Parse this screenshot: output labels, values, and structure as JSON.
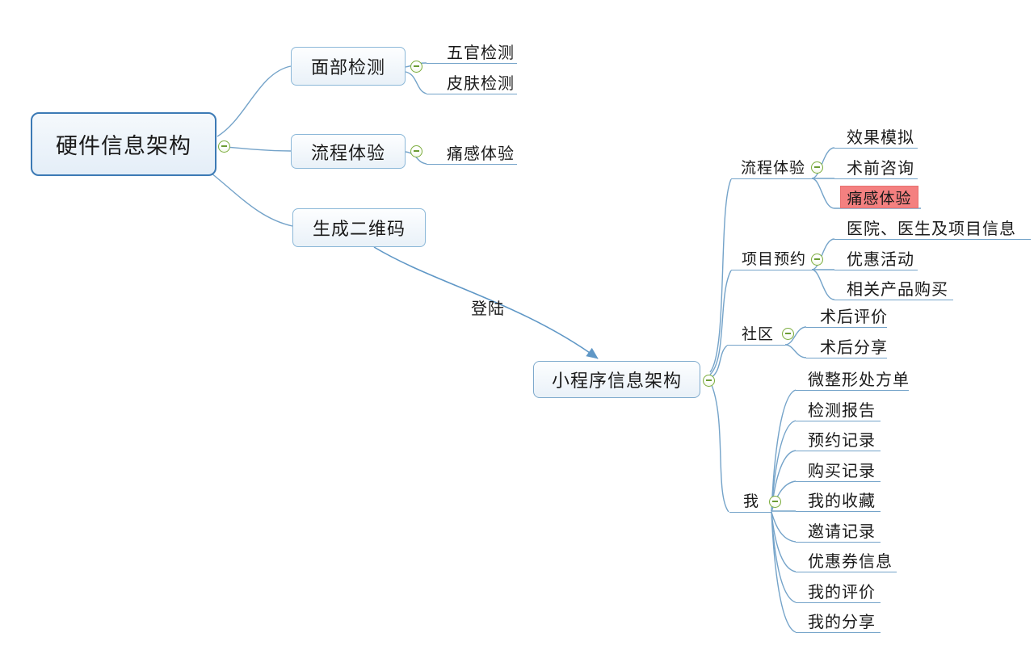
{
  "left_map": {
    "root": "硬件信息架构",
    "branches": [
      {
        "label": "面部检测",
        "children": [
          "五官检测",
          "皮肤检测"
        ]
      },
      {
        "label": "流程体验",
        "children": [
          "痛感体验"
        ]
      },
      {
        "label": "生成二维码",
        "children": []
      }
    ]
  },
  "link": {
    "label": "登陆"
  },
  "right_map": {
    "root": "小程序信息架构",
    "branches": [
      {
        "label": "流程体验",
        "children": [
          "效果模拟",
          "术前咨询",
          "痛感体验"
        ],
        "highlighted_child": "痛感体验"
      },
      {
        "label": "项目预约",
        "children": [
          "医院、医生及项目信息",
          "优惠活动",
          "相关产品购买"
        ]
      },
      {
        "label": "社区",
        "children": [
          "术后评价",
          "术后分享"
        ]
      },
      {
        "label": "我",
        "children": [
          "微整形处方单",
          "检测报告",
          "预约记录",
          "购买记录",
          "我的收藏",
          "邀请记录",
          "优惠券信息",
          "我的评价",
          "我的分享"
        ]
      }
    ]
  },
  "icons": {
    "collapse": "minus-circle-icon"
  },
  "colors": {
    "line": "#74a3c9",
    "arrow": "#5f97c6",
    "root_border": "#3c7ab5",
    "node_border": "#8cb8d8",
    "node_fill": "#e9f1f8",
    "collapse_green": "#7cad3e",
    "highlight_fill": "#f48080",
    "highlight_border": "#e8706f",
    "text": "#1a1a1a"
  }
}
